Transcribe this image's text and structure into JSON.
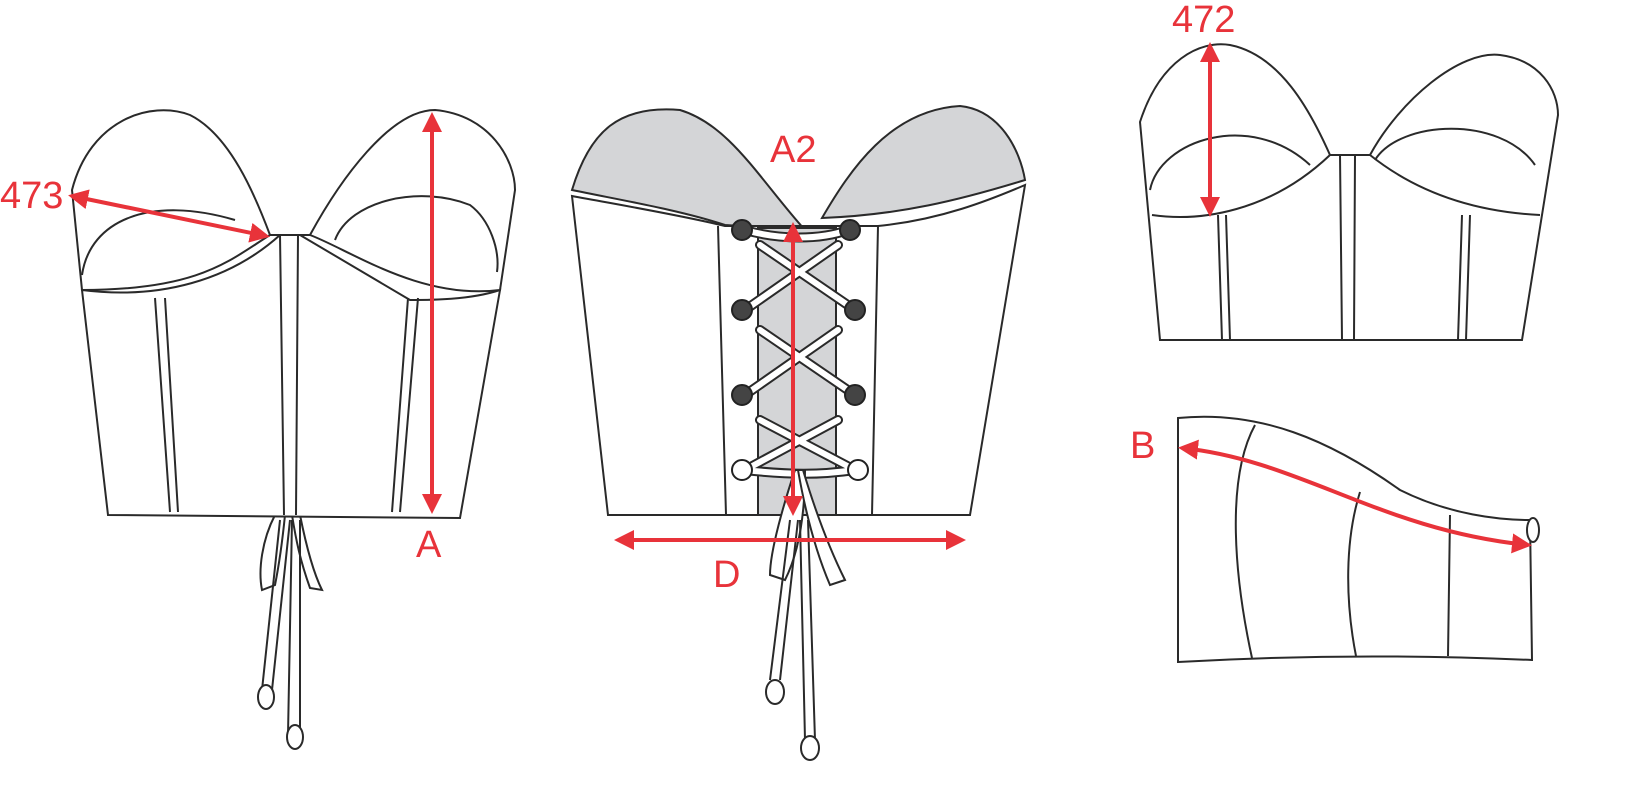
{
  "colors": {
    "measure": "#e8333a",
    "outline": "#2a2a2a",
    "panel_gray": "#d4d5d7"
  },
  "views": {
    "front": {
      "labels": {
        "cup_width": "473",
        "length": "A"
      }
    },
    "back": {
      "labels": {
        "center_back_length": "A2",
        "width": "D"
      }
    },
    "cup_detail": {
      "labels": {
        "cup_height": "472"
      }
    },
    "side": {
      "labels": {
        "side_length": "B"
      }
    }
  }
}
